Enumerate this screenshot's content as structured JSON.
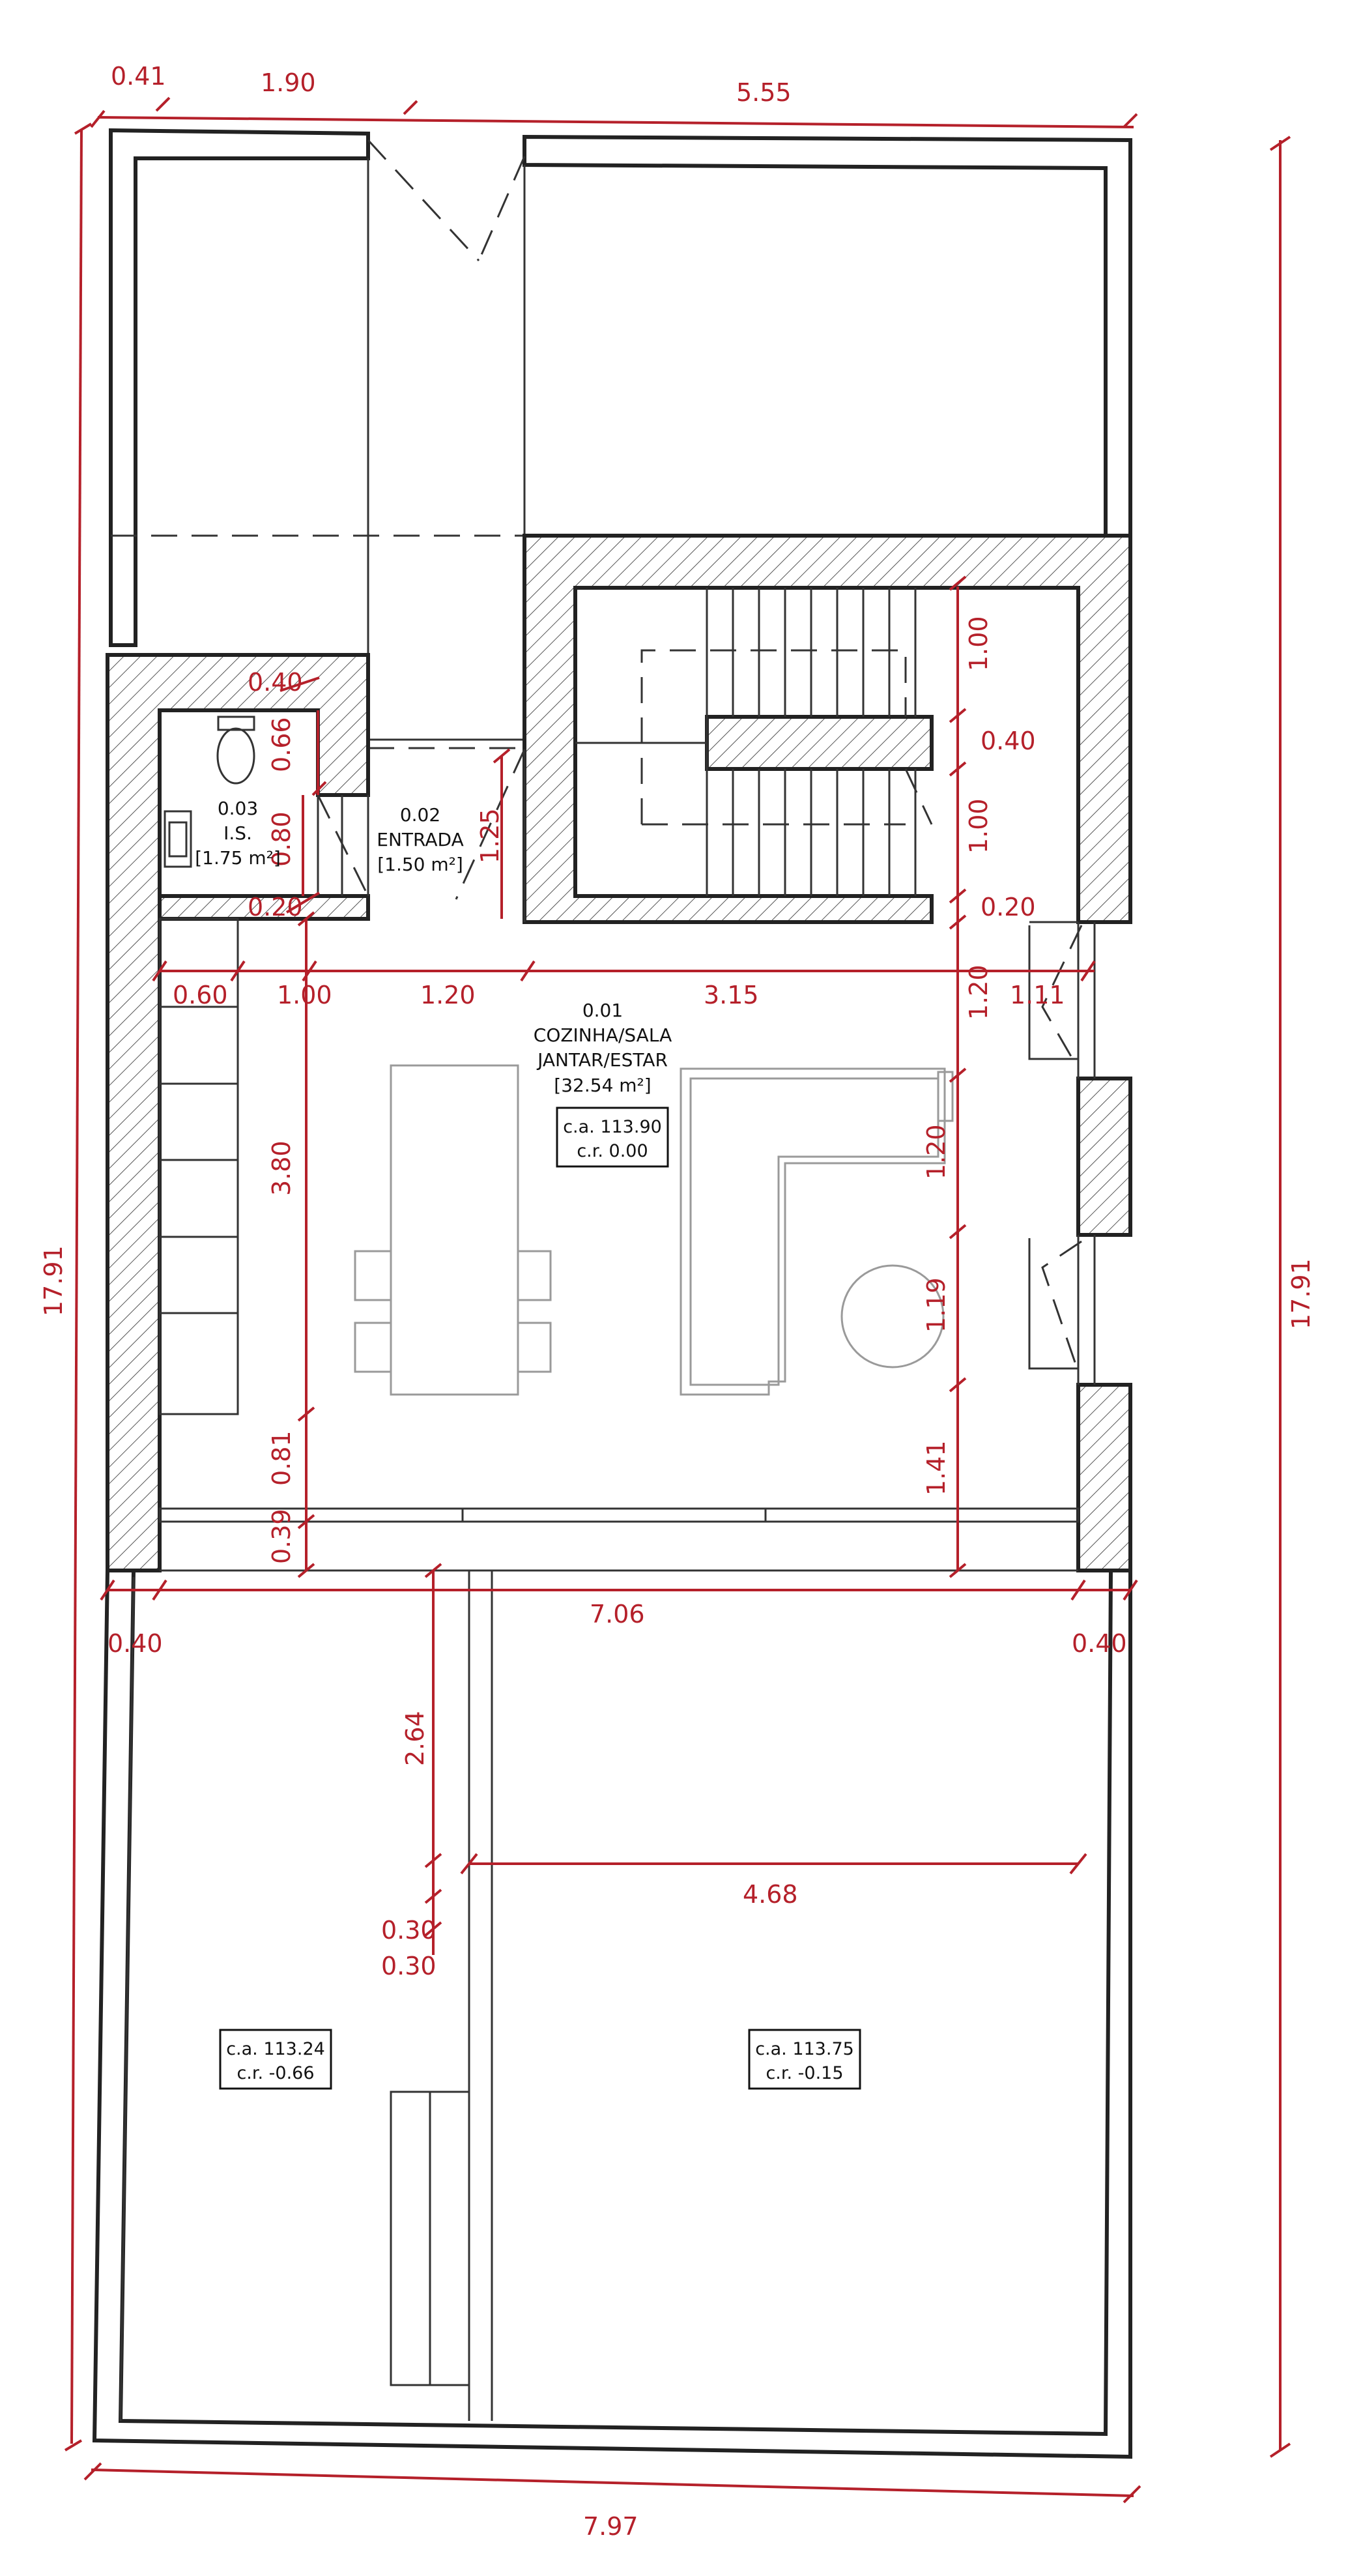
{
  "rooms": [
    {
      "number": "0.01",
      "name_line1": "COZINHA/SALA",
      "name_line2": "JANTAR/ESTAR",
      "area": "[32.54 m²]"
    },
    {
      "number": "0.02",
      "name": "ENTRADA",
      "area": "[1.50 m²]"
    },
    {
      "number": "0.03",
      "name": "I.S.",
      "area": "[1.75 m²]"
    }
  ],
  "levels": [
    {
      "ca": "c.a. 113.90",
      "cr": "c.r. 0.00"
    },
    {
      "ca": "c.a. 113.24",
      "cr": "c.r. -0.66"
    },
    {
      "ca": "c.a. 113.75",
      "cr": "c.r. -0.15"
    }
  ],
  "dimensions": {
    "top": [
      "0.41",
      "1.90",
      "5.55"
    ],
    "overall_height_left": "17.91",
    "overall_height_right": "17.91",
    "bottom": "7.97",
    "is_wall": "0.40",
    "is_height": "0.66",
    "is_width": "0.80",
    "is_lower": "0.20",
    "entrance_depth": "1.25",
    "row": [
      "0.60",
      "1.00",
      "1.20",
      "3.15",
      "1.11"
    ],
    "stair_right": [
      "1.00",
      "0.40",
      "1.00",
      "0.20"
    ],
    "window_right": [
      "1.20",
      "1.20",
      "1.19",
      "1.41"
    ],
    "kitchen_height": "3.80",
    "lower_left": [
      "0.81",
      "0.39"
    ],
    "width_mid": "7.06",
    "wall_left": "0.40",
    "wall_right": "0.40",
    "yard_depth": "2.64",
    "yard_width": "4.68",
    "wall_thin": [
      "0.30",
      "0.30"
    ]
  }
}
